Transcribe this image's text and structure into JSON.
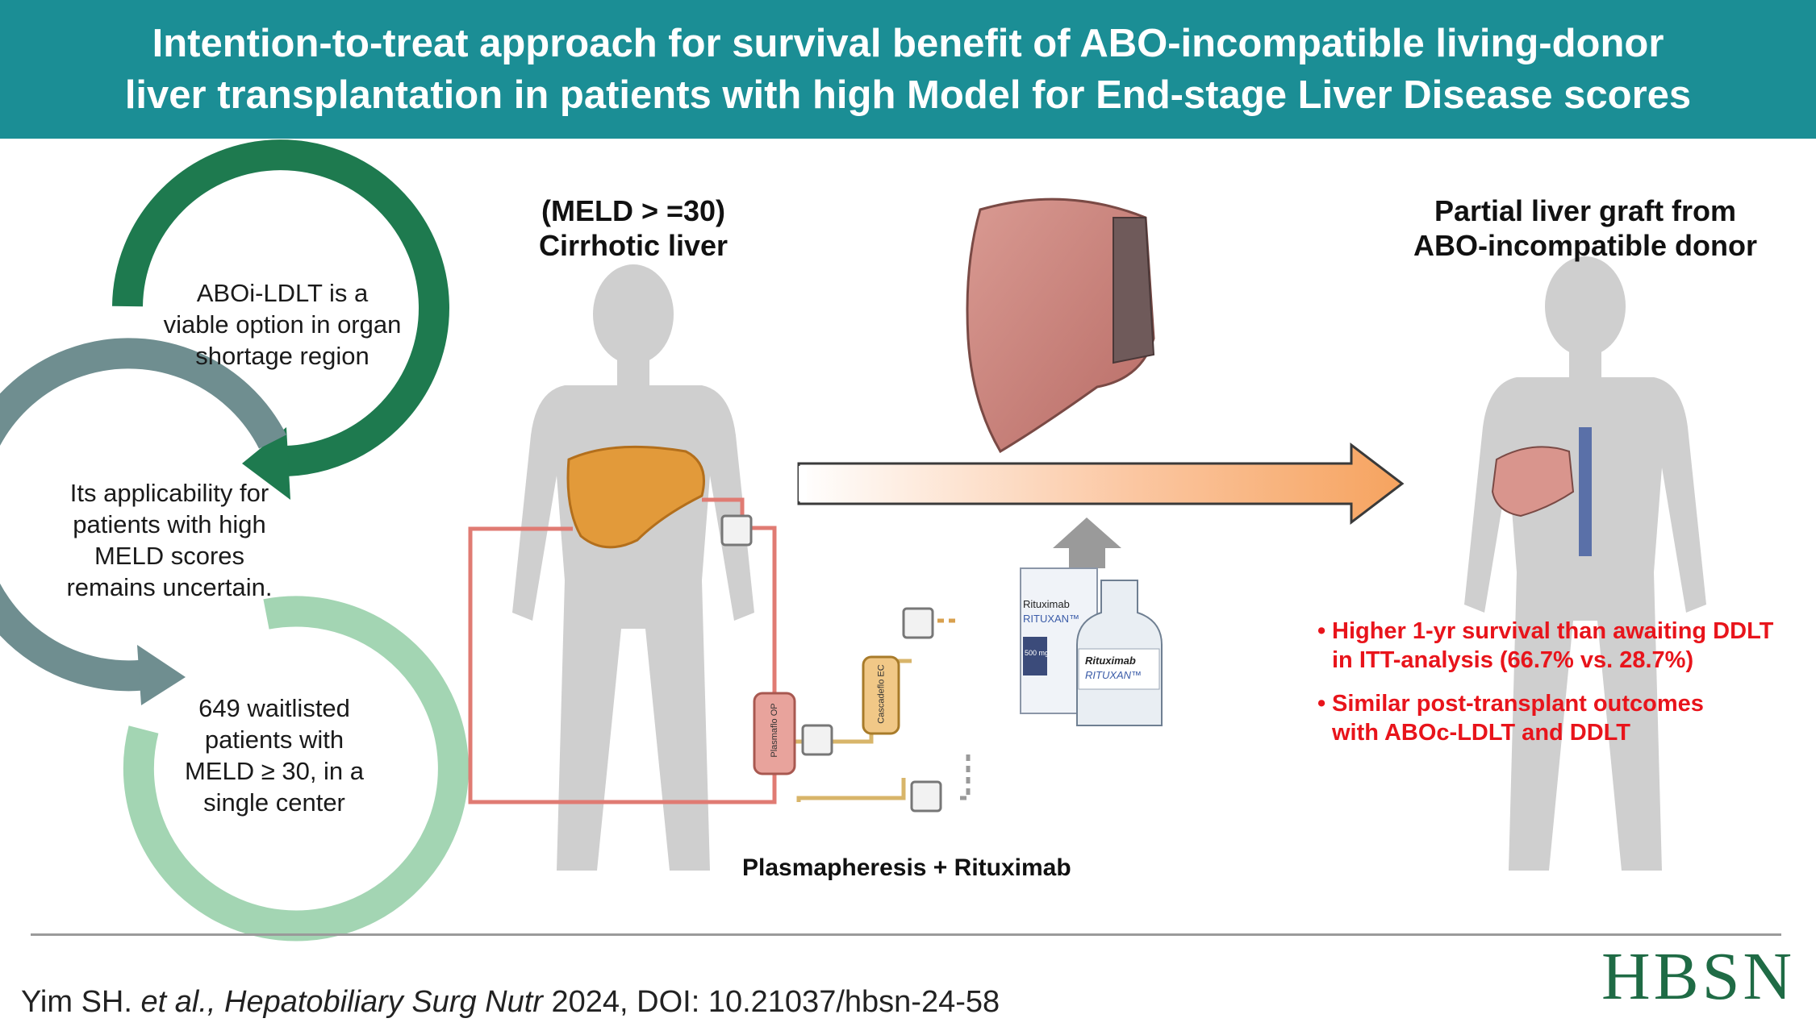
{
  "header": {
    "title_line1": "Intention-to-treat approach for survival benefit of ABO-incompatible living-donor",
    "title_line2": "liver transplantation in patients with high Model for End-stage Liver Disease scores",
    "background_color": "#1b8e95"
  },
  "cycle": {
    "step1": [
      "ABOi-LDLT is a",
      "viable option in organ",
      "shortage region"
    ],
    "step2": [
      "Its applicability for",
      "patients with high",
      "MELD scores",
      "remains uncertain."
    ],
    "step3": [
      "649 waitlisted",
      "patients with",
      "MELD ≥ 30, in a",
      "single center"
    ],
    "colors": {
      "step1": "#1e7a4f",
      "step2": "#6f8e90",
      "step3": "#a3d5b3"
    }
  },
  "patient": {
    "meld_label": "(MELD > =30)",
    "liver_label": "Cirrhotic liver"
  },
  "donor": {
    "label_line1": "Partial liver graft from",
    "label_line2": "ABO-incompatible donor"
  },
  "treatment": {
    "label": "Plasmapheresis + Rituximab",
    "device_plasmaflo": "Plasmaflo OP",
    "device_cascadeflo": "Cascadeflo EC",
    "drug_box_name": "Rituximab",
    "drug_brand": "RITUXAN™",
    "drug_dose": "500 mg"
  },
  "results": [
    {
      "line1": "Higher 1-yr survival than awaiting DDLT",
      "line2": "in ITT-analysis (66.7% vs. 28.7%)"
    },
    {
      "line1": "Similar post-transplant outcomes",
      "line2": "with ABOc-LDLT and DDLT"
    }
  ],
  "result_bullet": "•",
  "citation": {
    "authors": "Yim SH. ",
    "etal": "et al., Hepatobiliary Surg Nutr",
    "rest": " 2024, DOI: 10.21037/hbsn-24-58"
  },
  "journal_logo": "HBSN"
}
